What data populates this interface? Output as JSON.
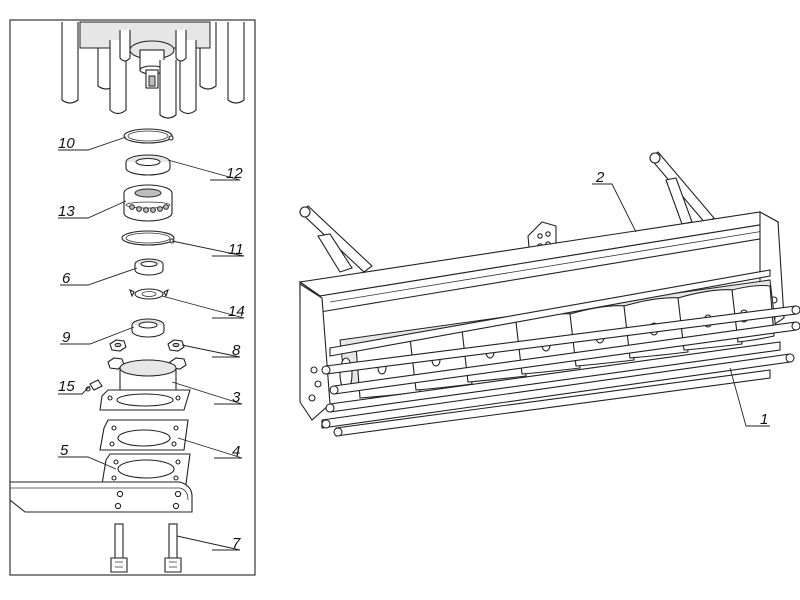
{
  "callouts": {
    "c1": "1",
    "c2": "2",
    "c3": "3",
    "c4": "4",
    "c5": "5",
    "c6": "6",
    "c7": "7",
    "c8": "8",
    "c9": "9",
    "c10": "10",
    "c11": "11",
    "c12": "12",
    "c13": "13",
    "c14": "14",
    "c15": "15"
  },
  "colors": {
    "line": "#222222",
    "background": "#ffffff",
    "fill": "#e6e6e6"
  }
}
